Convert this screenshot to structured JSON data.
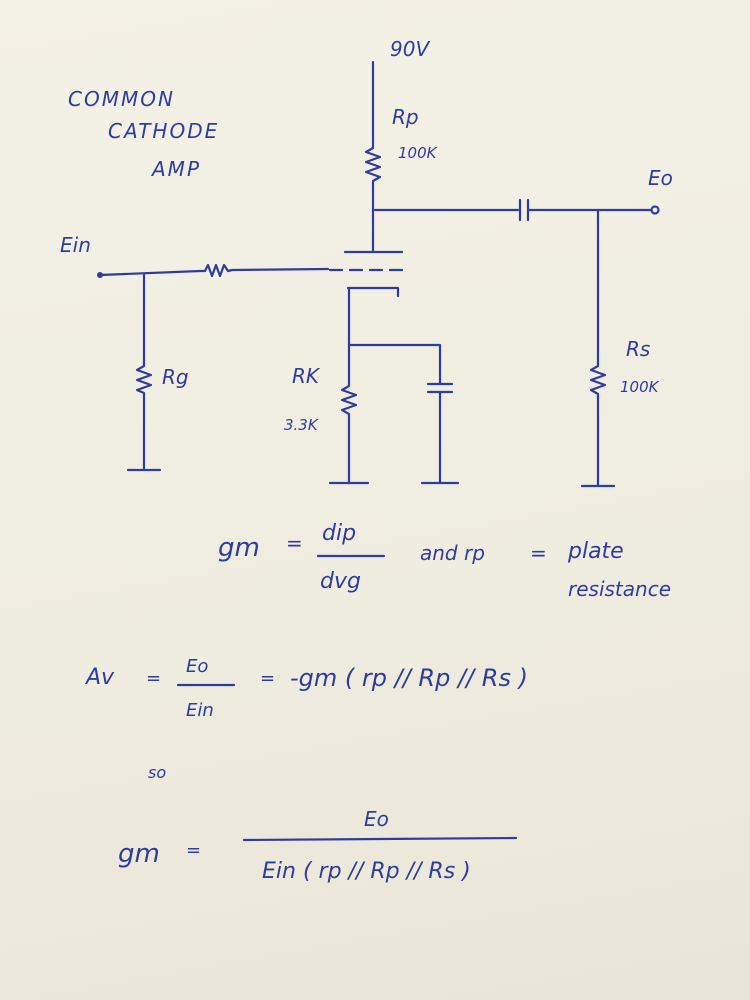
{
  "title": {
    "line1": "COMMON",
    "line2": "CATHODE",
    "line3": "AMP"
  },
  "supply": "90V",
  "components": {
    "rp_label": "Rp",
    "rp_value": "100K",
    "rk_label": "RK",
    "rk_value": "3.3K",
    "rg_label": "Rg",
    "rs_label": "Rs",
    "rs_value": "100K"
  },
  "ports": {
    "input": "Ein",
    "output": "Eo"
  },
  "equations": {
    "gm_def_lhs": "gm",
    "equals": "=",
    "gm_def_num": "dip",
    "gm_def_den": "dvg",
    "and_rp": "and  rp",
    "plate": "plate",
    "resistance": "resistance",
    "av_lhs": "Av",
    "av_num": "Eo",
    "av_den": "Ein",
    "av_rhs": "-gm ( rp // Rp // Rs )",
    "so": "so",
    "gm2_lhs": "gm",
    "gm2_num": "Eo",
    "gm2_den": "Ein ( rp // Rp // Rs )"
  }
}
